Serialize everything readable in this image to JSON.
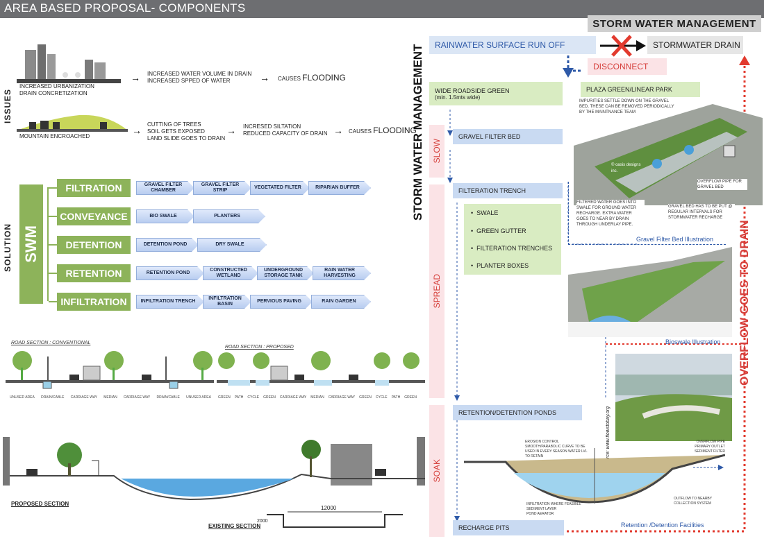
{
  "title": "AREA BASED PROPOSAL- COMPONENTS",
  "issues": {
    "label": "ISSUES",
    "row1": {
      "cause": [
        "INCREASED URBANIZATION",
        "DRAIN CONCRETIZATION"
      ],
      "effect": [
        "INCREASED WATER VOLUME IN DRAIN",
        "INCREASED SPPED OF WATER"
      ],
      "result_prefix": "CAUSES",
      "result": "FLOODING"
    },
    "row2": {
      "cause": [
        "MOUNTAIN ENCROACHED"
      ],
      "effect": [
        "CUTTING OF TREES",
        "SOIL GETS EXPOSED",
        "LAND SLIDE GOES TO DRAIN"
      ],
      "effect2": [
        "INCRESED SILTATION",
        "REDUCED CAPACITY OF DRAIN"
      ],
      "result_prefix": "CAUSES",
      "result": "FLOODING"
    }
  },
  "solution": {
    "label": "SOLUTION",
    "swm": "SWM",
    "categories": [
      {
        "name": "FILTRATION",
        "items": [
          "GRAVEL FILTER CHAMBER",
          "GRAVEL FILTER STRIP",
          "VEGETATED FILTER",
          "RIPARIAN BUFFER"
        ]
      },
      {
        "name": "CONVEYANCE",
        "items": [
          "BIO SWALE",
          "PLANTERS"
        ]
      },
      {
        "name": "DETENTION",
        "items": [
          "DETENTION POND",
          "DRY SWALE"
        ]
      },
      {
        "name": "RETENTION",
        "items": [
          "RETENTION POND",
          "CONSTRUCTED WETLAND",
          "UNDERGROUND STORAGE TANK",
          "RAIN WATER HARVESTING"
        ]
      },
      {
        "name": "INFILTRATION",
        "items": [
          "INFILTRATION TRENCH",
          "INFILTRATION BASIN",
          "PERVIOUS PAVING",
          "RAIN GARDEN"
        ]
      }
    ]
  },
  "road_sections": {
    "conventional_label": "ROAD SECTION : CONVENTIONAL",
    "proposed_label": "ROAD SECTION : PROPOSED",
    "conventional_zones": [
      "UNUSED AREA",
      "DRAIN/CABLE",
      "CARRIAGE WAY",
      "MEDIAN",
      "CARRIAGE WAY",
      "DRAIN/CABLE",
      "UNUSED AREA"
    ],
    "proposed_zones": [
      "GREEN",
      "PATH",
      "CYCLE",
      "GREEN",
      "CARRIAGE WAY",
      "MEDIAN",
      "CARRIAGE WAY",
      "GREEN",
      "CYCLE",
      "PATH",
      "GREEN"
    ]
  },
  "sections": {
    "proposed_label": "PROPOSED SECTION",
    "existing_label": "EXISTING SECTION",
    "existing_dim": "12000",
    "existing_dim2": "2000"
  },
  "swm_panel": {
    "header": "STORM WATER MANAGEMENT",
    "vertical_title": "STORM WATER MANAGEMENT",
    "runoff": "RAINWATER SURFACE RUN OFF",
    "stormwater_drain": "STORMWATER DRAIN",
    "disconnect": "DISCONNECT",
    "overflow": "OVERFLOW GOES TO DRAIN",
    "wide_green": "WIDE ROADSIDE GREEN",
    "wide_green_note": "(min. 1.5mts wide)",
    "plaza_green": "PLAZA GREEN/LINEAR PARK",
    "stages": [
      "SLOW",
      "SPREAD",
      "SOAK"
    ],
    "gravel_filter_bed": "GRAVEL FILTER BED",
    "filteration_trench": "FILTERATION TRENCH",
    "spread_list": [
      "SWALE",
      "GREEN GUTTER",
      "FILTERATION TRENCHES",
      "PLANTER BOXES"
    ],
    "retention_ponds": "RETENTION/DETENTION PONDS",
    "recharge_pits": "RECHARGE PITS",
    "notes": {
      "impurities": "IMPURITIES SETTLE DOWN ON THE GRAVEL BED. THESE CAN BE REMOVED PERIODICALLY BY THE MAINTNANCE TEAM",
      "filtered": "FILTERED WATER GOES INTO SWALE FOR GROUND WATER RECHARGE. EXTRA WATER GOES TO NEAR BY DRAIN THROUGH UNDERLAY PIPE.",
      "gravel_bed": "GRAVEL BED HAS TO BE PUT @ REGULAR INTERVALS FOR STORMWATER RECHARGE",
      "overflow_pipe": "OVERFLOW PIPE FOR GRAVEL BED",
      "copyright": "© oasis designs inc."
    },
    "captions": {
      "gravel": "Gravel Filter Bed Illustration",
      "bioswale": "Bioswale Illustration",
      "retention": "Retention /Detention Facilities",
      "source": "source: www.flowstobay.org"
    },
    "pond_notes": [
      "EROSION CONTROL",
      "SMOOTH/PARABOLIC CURVE TO BE USED IN EVERY SEASON WATER LVL TO RETAIN",
      "OVERFLOW PIPE",
      "PRIMARY OUTLET",
      "SEDIMENT FILTER",
      "INFILTRATION WHERE FEASIBLE",
      "SEDIMENT LAYER",
      "POND AERATOR",
      "OUTFLOW TO NEARBY COLLECTION SYSTEM"
    ]
  },
  "colors": {
    "green": "#8db35a",
    "pill": "#c5d6f3",
    "accent_red": "#d6403c",
    "flow_blue": "#2f5aa8"
  }
}
